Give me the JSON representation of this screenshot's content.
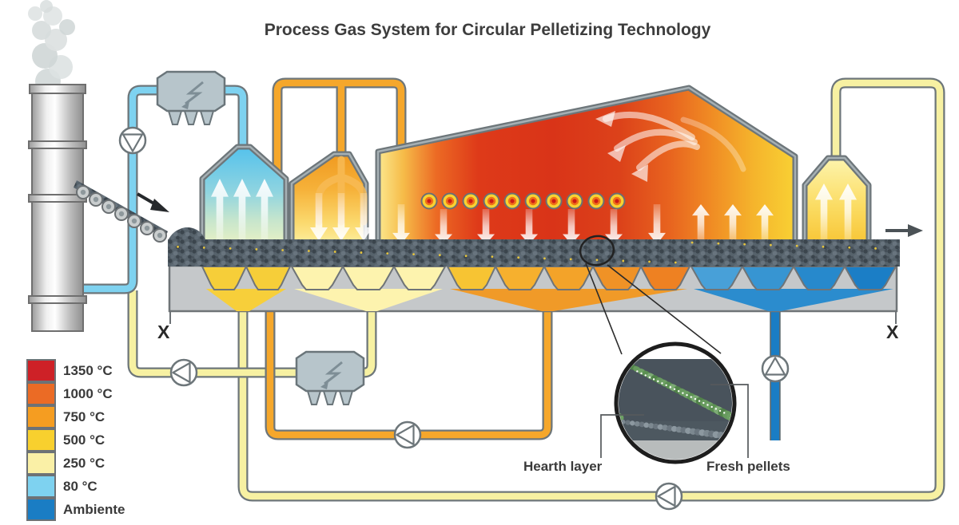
{
  "title": "Process Gas System for Circular Pelletizing Technology",
  "legend": {
    "items": [
      {
        "label": "1350 °C",
        "color": "#ce2127"
      },
      {
        "label": "1000 °C",
        "color": "#eb6b25"
      },
      {
        "label": "750 °C",
        "color": "#f59d21"
      },
      {
        "label": "500 °C",
        "color": "#f8d02e"
      },
      {
        "label": "250 °C",
        "color": "#faf0a6"
      },
      {
        "label": "80 °C",
        "color": "#7ed2f0"
      },
      {
        "label": "Ambiente",
        "color": "#1a7dc4"
      }
    ]
  },
  "annotations": {
    "hearth_layer": "Hearth layer",
    "fresh_pellets": "Fresh pellets",
    "section_marker": "X"
  },
  "colors": {
    "pipe_outline": "#6d767a",
    "pipe_cold": "#7ed2f0",
    "pipe_warm": "#f7f1a2",
    "pipe_hot": "#f5a72b",
    "pipe_ambient": "#1a7dc4",
    "casing": "#c5c8ca",
    "bed": "#56626b",
    "title_text": "#3d3d3d"
  }
}
